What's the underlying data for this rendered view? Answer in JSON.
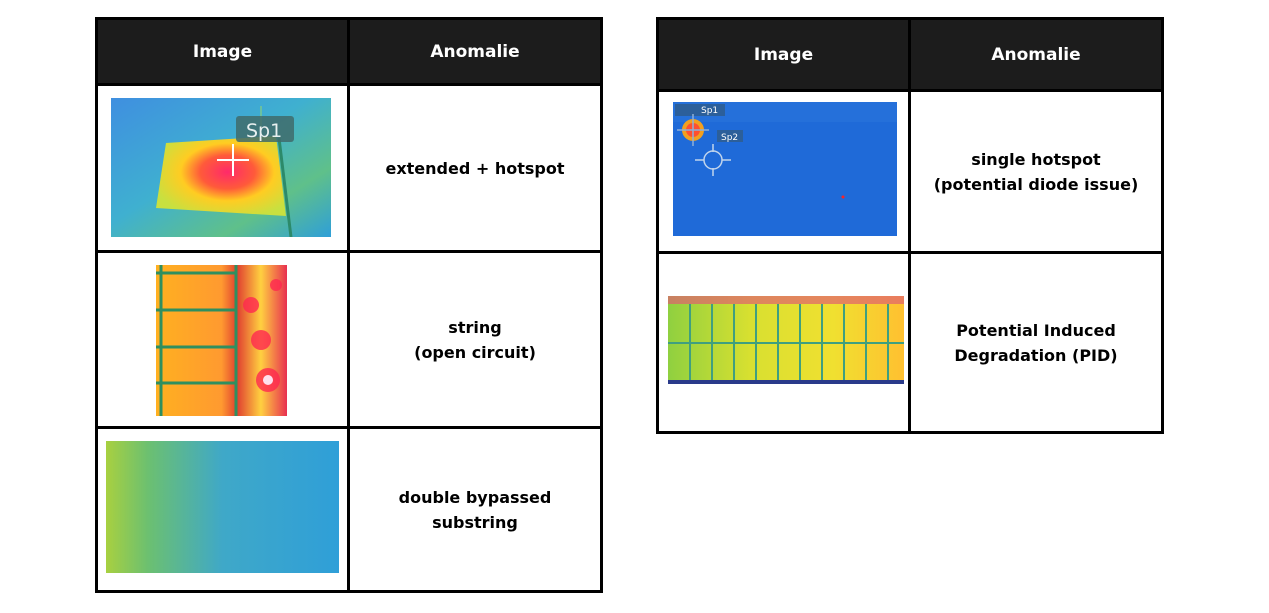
{
  "left_table": {
    "headers": {
      "image": "Image",
      "anomaly": "Anomalie"
    },
    "rows": [
      {
        "image_label": "Sp1",
        "anomaly": "extended + hotspot"
      },
      {
        "anomaly": "string\n(open circuit)"
      },
      {
        "anomaly": "double bypassed\nsubstring"
      }
    ]
  },
  "right_table": {
    "headers": {
      "image": "Image",
      "anomaly": "Anomalie"
    },
    "rows": [
      {
        "image_labels": [
          "Sp1",
          "Sp2"
        ],
        "anomaly": "single hotspot\n(potential diode issue)"
      },
      {
        "anomaly": "Potential Induced\nDegradation (PID)"
      }
    ]
  }
}
